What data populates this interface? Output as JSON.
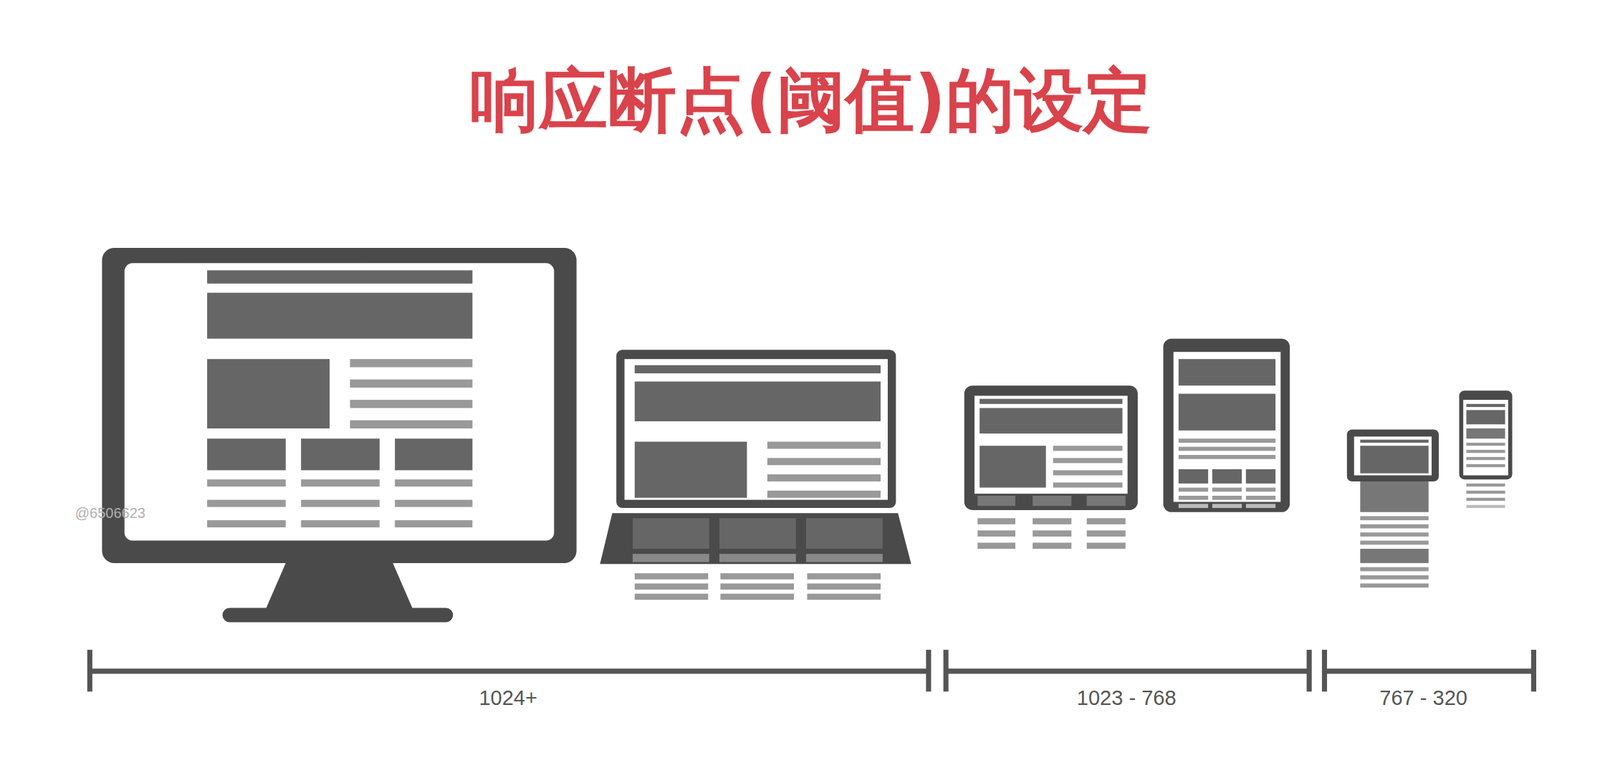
{
  "diagram": {
    "title": "响应断点(阈值)的设定",
    "labels": [
      "1024+",
      "1023 - 768",
      "767 - 320",
      "@6506623"
    ]
  }
}
